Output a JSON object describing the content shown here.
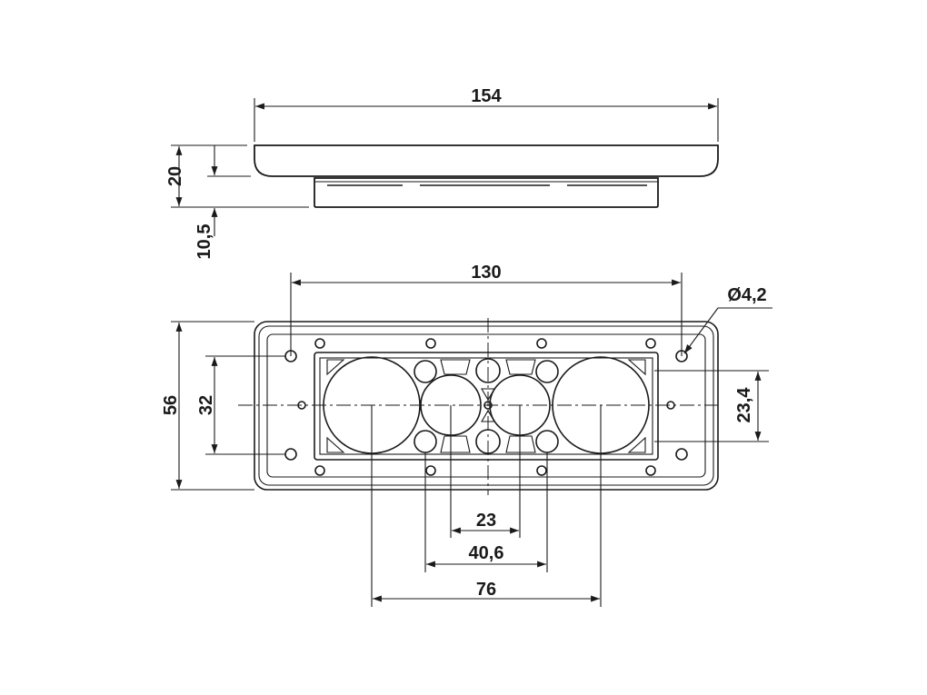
{
  "dimensions": {
    "width_top": "154",
    "height_total": "20",
    "height_flange": "10,5",
    "hole_spacing": "130",
    "hole_diameter": "Ø4,2",
    "outer_height": "56",
    "inner_height": "32",
    "inner_height_right": "23,4",
    "spacing_small": "23",
    "spacing_mid": "40,6",
    "spacing_large": "76"
  }
}
